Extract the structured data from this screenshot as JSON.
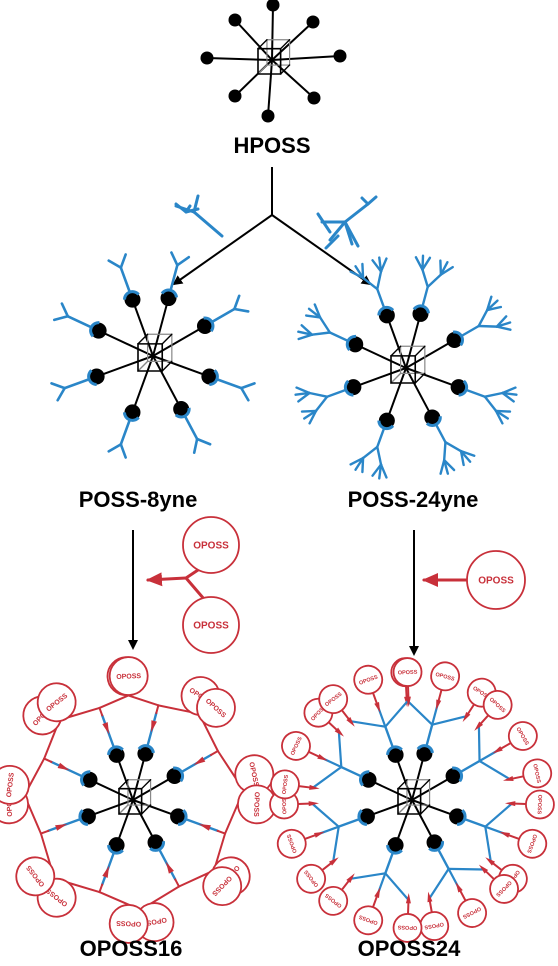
{
  "labels": {
    "hposs": "HPOSS",
    "poss8": "POSS-8yne",
    "poss24": "POSS-24yne",
    "oposs16": "OPOSS16",
    "oposs24": "OPOSS24"
  },
  "node_label": "OPOSS",
  "colors": {
    "blue": "#2a86c8",
    "red": "#c8303a",
    "black": "#000000",
    "cube_back": "#888888"
  }
}
